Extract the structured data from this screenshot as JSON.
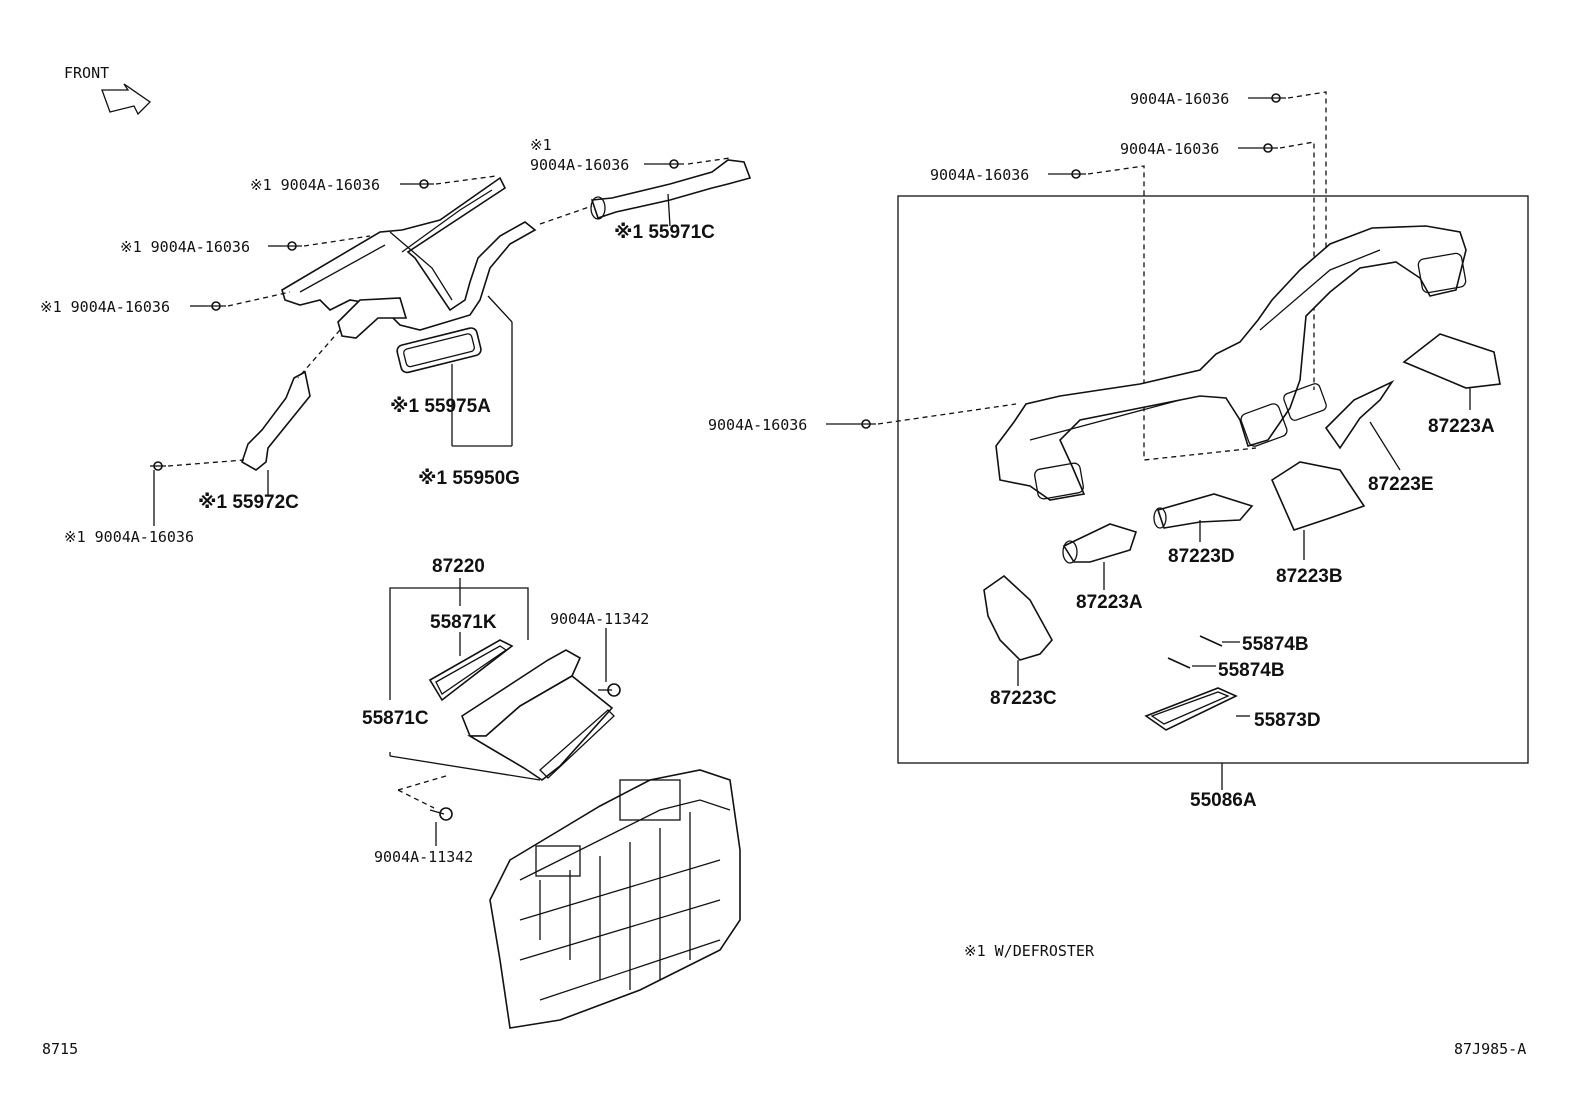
{
  "header": {
    "front_label": "FRONT"
  },
  "left_group": {
    "bolt_labels": [
      "※1 9004A-16036",
      "※1 9004A-16036",
      "※1 9004A-16036",
      "※1 9004A-16036"
    ],
    "top_bolt_mark": "※1",
    "top_bolt_label": "9004A-16036",
    "part_55971C": "※1  55971C",
    "part_55975A": "※1  55975A",
    "part_55950G": "※1  55950G",
    "part_55972C": "※1  55972C"
  },
  "center_group": {
    "part_87220": "87220",
    "part_55871K": "55871K",
    "part_55871C": "55871C",
    "bolt_11342_top": "9004A-11342",
    "bolt_11342_bottom": "9004A-11342"
  },
  "right_group": {
    "bolt_top1": "9004A-16036",
    "bolt_top2": "9004A-16036",
    "bolt_top3": "9004A-16036",
    "bolt_left": "9004A-16036",
    "part_87223A_top": "87223A",
    "part_87223E": "87223E",
    "part_87223D": "87223D",
    "part_87223B": "87223B",
    "part_87223A_mid": "87223A",
    "part_87223C": "87223C",
    "part_55874B_1": "55874B",
    "part_55874B_2": "55874B",
    "part_55873D": "55873D",
    "part_55086A": "55086A"
  },
  "footnote": "※1  W/DEFROSTER",
  "footer": {
    "page_code": "8715",
    "figure_id": "87J985-A"
  }
}
